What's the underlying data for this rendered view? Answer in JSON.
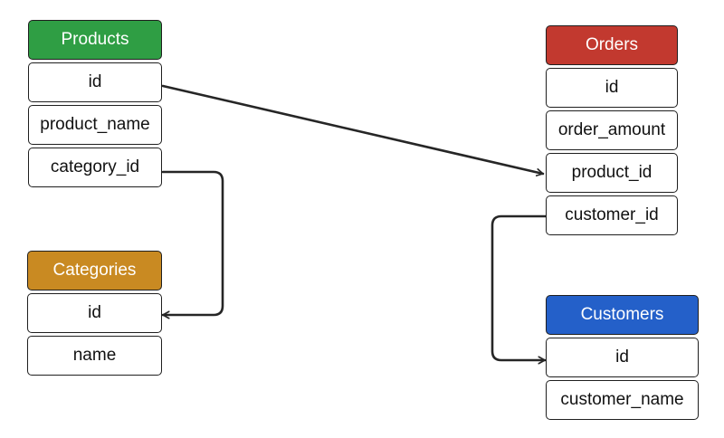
{
  "colors": {
    "products": "#2f9e44",
    "orders": "#c2392f",
    "categories": "#c98a22",
    "customers": "#2460c9",
    "line": "#262626"
  },
  "tables": {
    "products": {
      "title": "Products",
      "fields": [
        "id",
        "product_name",
        "category_id"
      ]
    },
    "orders": {
      "title": "Orders",
      "fields": [
        "id",
        "order_amount",
        "product_id",
        "customer_id"
      ]
    },
    "categories": {
      "title": "Categories",
      "fields": [
        "id",
        "name"
      ]
    },
    "customers": {
      "title": "Customers",
      "fields": [
        "id",
        "customer_name"
      ]
    }
  },
  "relations": [
    {
      "from": "products.id",
      "to": "orders.product_id"
    },
    {
      "from": "products.category_id",
      "to": "categories.id"
    },
    {
      "from": "orders.customer_id",
      "to": "customers.id"
    }
  ]
}
